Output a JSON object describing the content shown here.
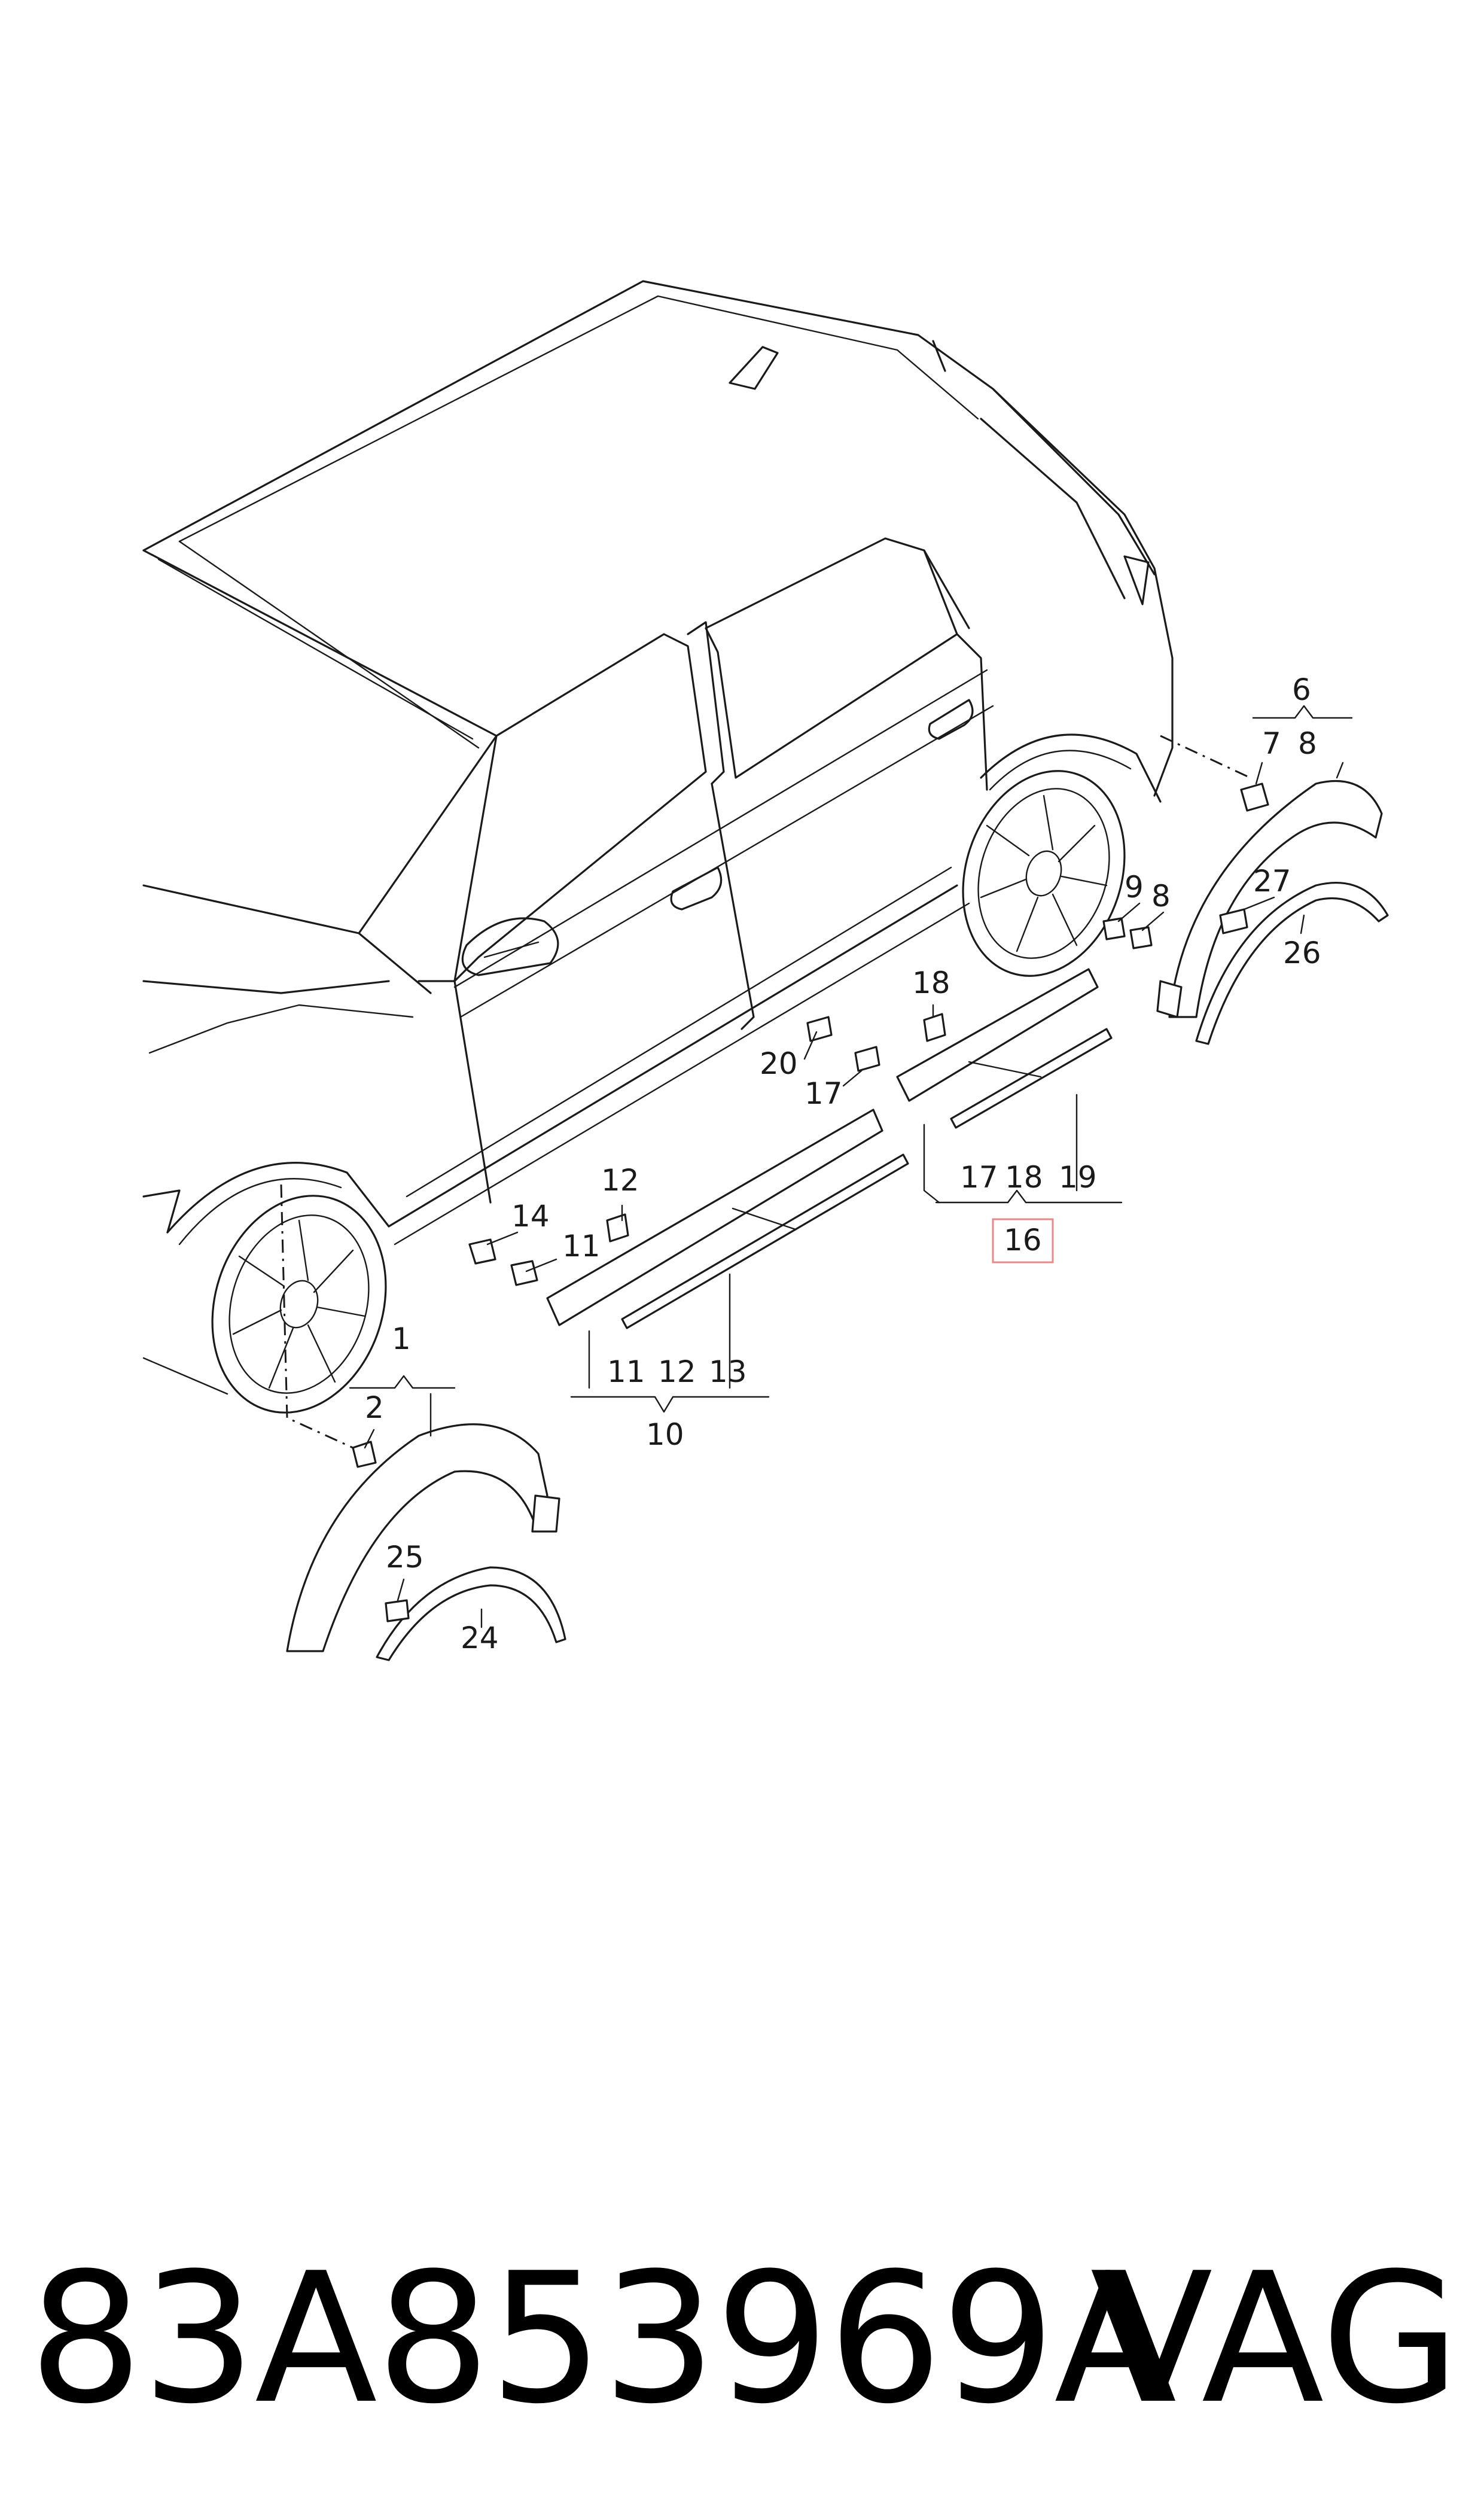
{
  "callouts": {
    "c1": "1",
    "c2": "2",
    "c6": "6",
    "c7": "7",
    "c8a": "8",
    "c8b": "8",
    "c9": "9",
    "c10": "10",
    "c11a": "11",
    "c11b": "11",
    "c12a": "12",
    "c12b": "12",
    "c13": "13",
    "c14": "14",
    "c16": "16",
    "c17a": "17",
    "c17b": "17",
    "c18a": "18",
    "c18b": "18",
    "c19": "19",
    "c20": "20",
    "c24": "24",
    "c25": "25",
    "c26": "26",
    "c27": "27"
  },
  "highlight_color": "#e88a8a",
  "footer": {
    "part_number": "83A853969A",
    "brand": "VAG"
  }
}
